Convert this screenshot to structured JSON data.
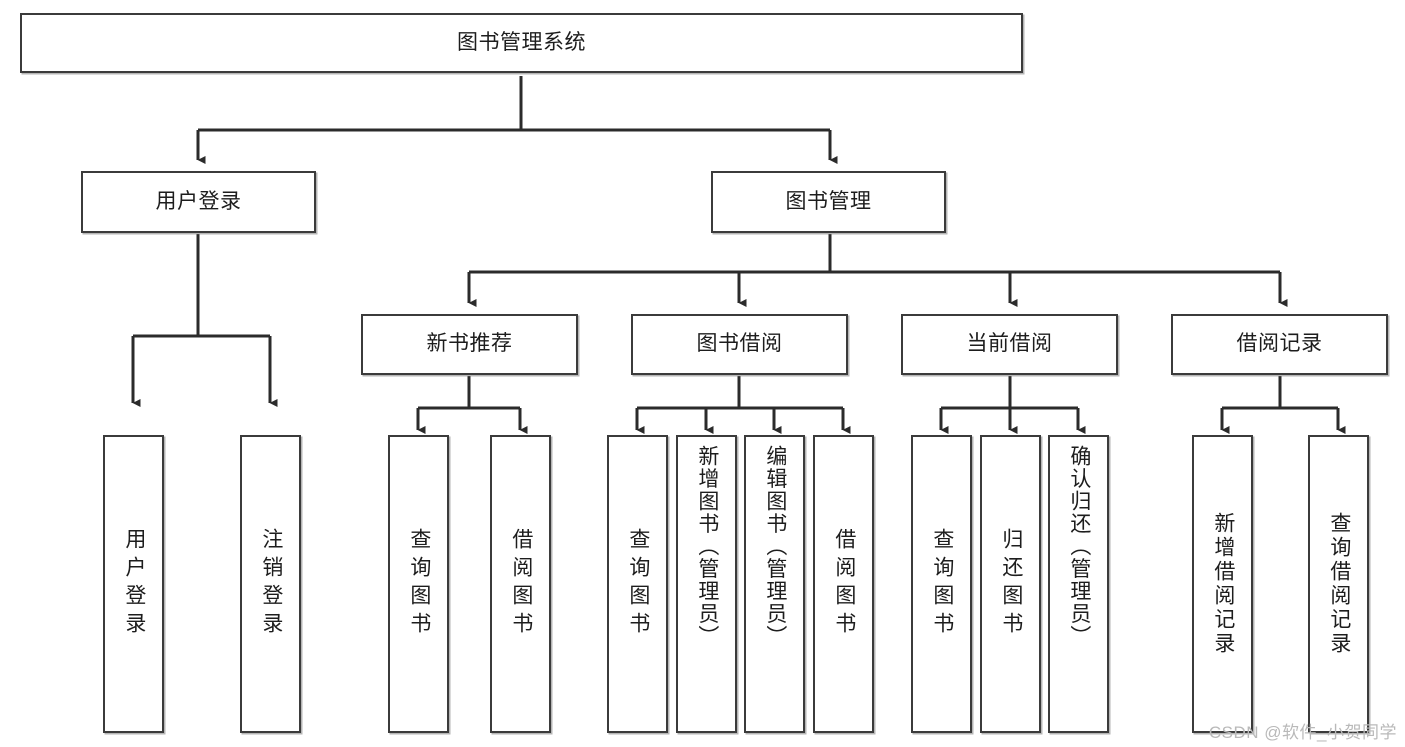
{
  "diagram": {
    "title": "图书管理系统",
    "type": "tree",
    "watermark": "CSDN @软件_小贺同学",
    "colors": {
      "box_border": "#3b3b3b",
      "box_fill": "#ffffff",
      "connector": "#2b2b2b",
      "text": "#1d1d1d",
      "watermark": "#b9b9b9"
    },
    "nodes": {
      "root": {
        "label": "图书管理系统"
      },
      "level2": [
        {
          "label": "用户登录"
        },
        {
          "label": "图书管理"
        }
      ],
      "level3": [
        {
          "label": "新书推荐"
        },
        {
          "label": "图书借阅"
        },
        {
          "label": "当前借阅"
        },
        {
          "label": "借阅记录"
        }
      ],
      "leaves": {
        "user_login": [
          {
            "label": "用户登录"
          },
          {
            "label": "注销登录"
          }
        ],
        "new_book_recommend": [
          {
            "label": "查询图书"
          },
          {
            "label": "借阅图书"
          }
        ],
        "book_borrow": [
          {
            "label": "查询图书"
          },
          {
            "label": "新增图书（管理员）"
          },
          {
            "label": "编辑图书（管理员）"
          },
          {
            "label": "借阅图书"
          }
        ],
        "current_borrow": [
          {
            "label": "查询图书"
          },
          {
            "label": "归还图书"
          },
          {
            "label": "确认归还（管理员）"
          }
        ],
        "borrow_record": [
          {
            "label": "新增借阅记录"
          },
          {
            "label": "查询借阅记录"
          }
        ]
      }
    }
  }
}
